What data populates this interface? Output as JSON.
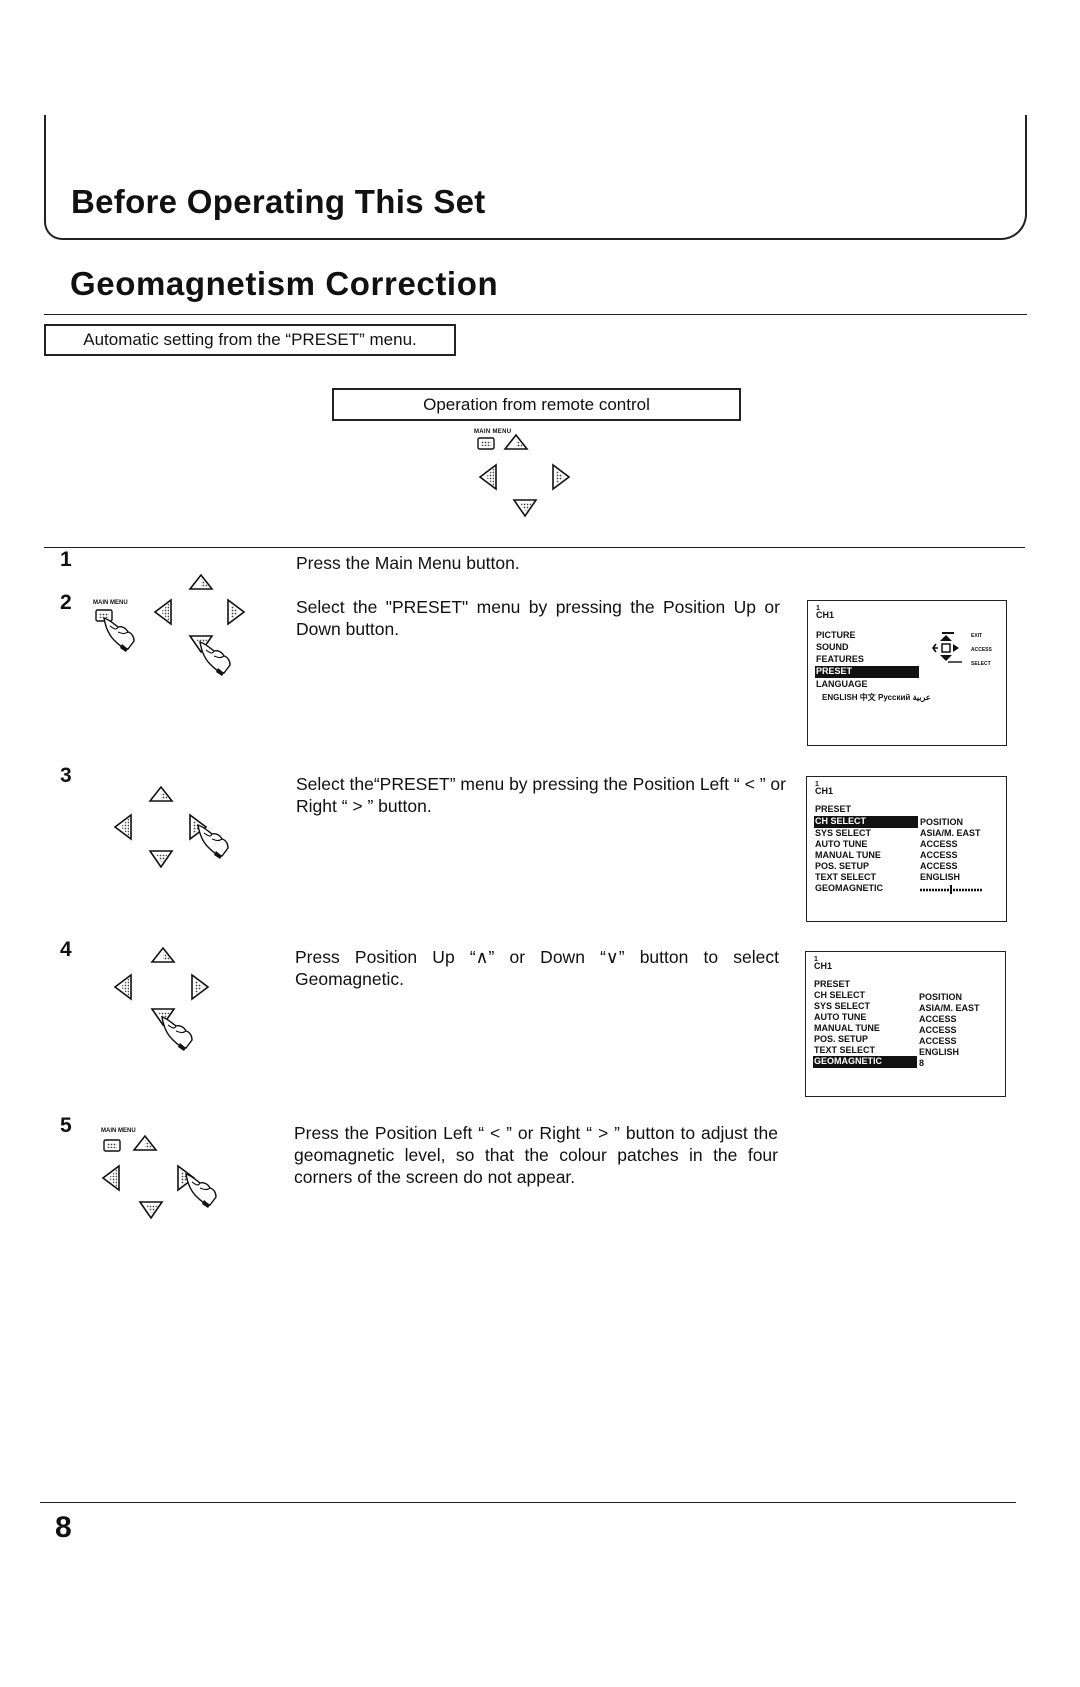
{
  "header": {
    "chapter_title": "Before Operating This Set"
  },
  "section": {
    "title": "Geomagnetism Correction",
    "note": "Automatic setting from the “PRESET” menu.",
    "operation_label": "Operation from remote control",
    "remote_main_menu_label": "MAIN MENU"
  },
  "steps": [
    {
      "number": "1",
      "text": "Press the Main Menu button."
    },
    {
      "number": "2",
      "text": "Select the \"PRESET\" menu by pressing the Position Up or Down button.",
      "icon_label": "MAIN MENU"
    },
    {
      "number": "3",
      "text": "Select the“PRESET” menu by pressing the Position Left “ < ” or Right “ > ” button."
    },
    {
      "number": "4",
      "text": "Press Position Up “∧” or Down “∨” button to select Geomagnetic."
    },
    {
      "number": "5",
      "text": "Press the Position Left “ < ” or Right “ > ” button to adjust the geomagnetic level, so that the colour patches in the four corners of the screen do not appear.",
      "icon_label": "MAIN MENU"
    }
  ],
  "osd_main": {
    "ch_number": "1",
    "ch_label": "CH1",
    "items": [
      "PICTURE",
      "SOUND",
      "FEATURES",
      "PRESET",
      "LANGUAGE"
    ],
    "highlighted": "PRESET",
    "languages": "ENGLISH  中文  Русский  عربية",
    "nav": [
      "EXIT",
      "ACCESS",
      "SELECT"
    ]
  },
  "osd_preset_1": {
    "ch_number": "1",
    "ch_label": "CH1",
    "title": "PRESET",
    "items": [
      "CH SELECT",
      "SYS SELECT",
      "AUTO TUNE",
      "MANUAL TUNE",
      "POS. SETUP",
      "TEXT SELECT",
      "GEOMAGNETIC"
    ],
    "values": [
      "POSITION",
      "ASIA/M. EAST",
      "ACCESS",
      "ACCESS",
      "ACCESS",
      "ENGLISH",
      ""
    ],
    "highlighted": "CH SELECT"
  },
  "osd_preset_2": {
    "ch_number": "1",
    "ch_label": "CH1",
    "title": "PRESET",
    "items": [
      "CH SELECT",
      "SYS SELECT",
      "AUTO TUNE",
      "MANUAL TUNE",
      "POS. SETUP",
      "TEXT SELECT",
      "GEOMAGNETIC"
    ],
    "values": [
      "POSITION",
      "ASIA/M. EAST",
      "ACCESS",
      "ACCESS",
      "ACCESS",
      "ENGLISH",
      "8"
    ],
    "highlighted": "GEOMAGNETIC"
  },
  "footer": {
    "page_number": "8"
  }
}
